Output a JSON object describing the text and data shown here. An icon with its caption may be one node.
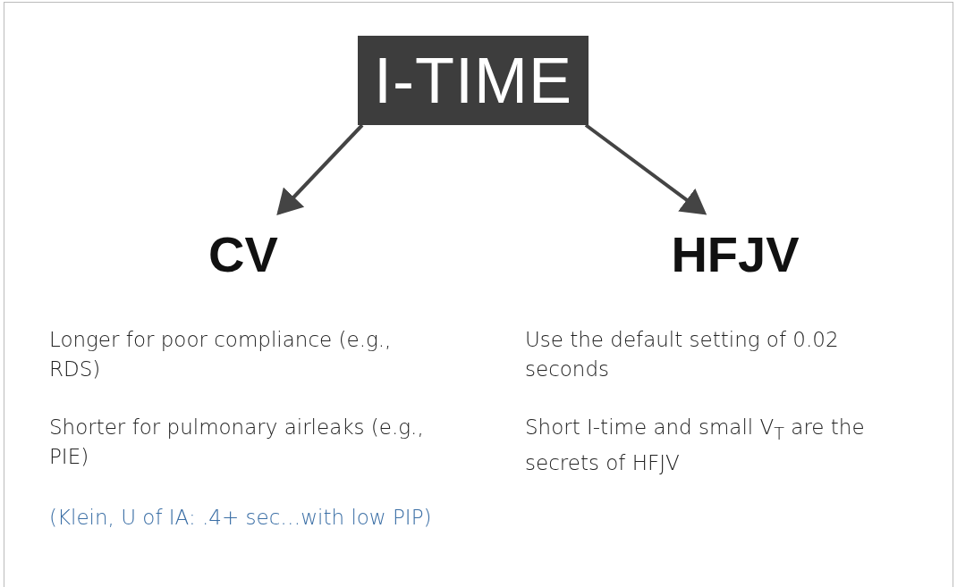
{
  "diagram": {
    "nodes": [
      {
        "text": [
          "I-TIME"
        ]
      },
      {
        "text": [
          "CV"
        ]
      },
      {
        "text": [
          "HFJV"
        ]
      }
    ],
    "edges": [
      {
        "from": 0,
        "to": 1,
        "arrow": "to"
      },
      {
        "from": 0,
        "to": 2,
        "arrow": "to"
      }
    ],
    "labels": [
      "Longer for poor compliance (e.g., RDS)",
      "Shorter for pulmonary airleaks (e.g., PIE)",
      "(Klein, U of IA: .4+ sec…with low PIP)",
      "Use the default setting of 0.02 seconds",
      "Short I-time and small V$_{T}$ are the secrets of HFJV"
    ]
  }
}
